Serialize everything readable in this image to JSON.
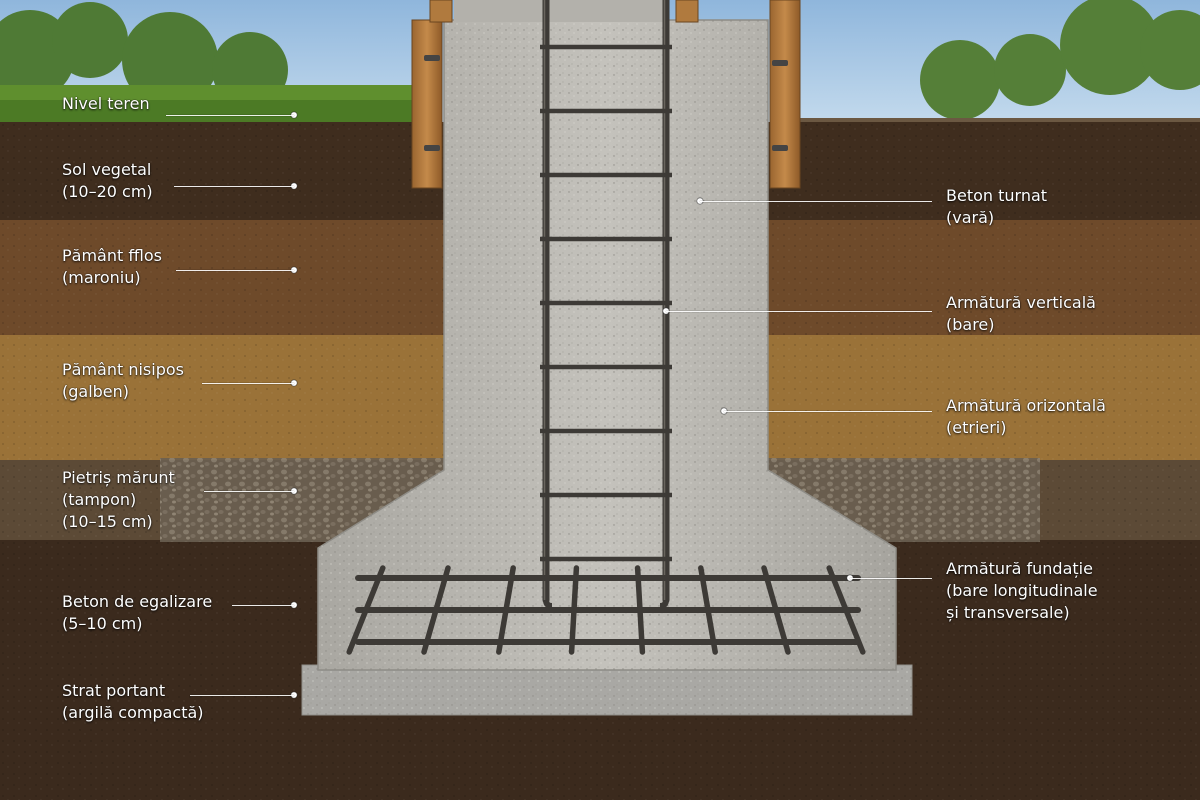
{
  "labels_left": [
    {
      "id": "nivel-teren",
      "lines": [
        "Nivel teren"
      ]
    },
    {
      "id": "sol-vegetal",
      "lines": [
        "Sol vegetal",
        "(10–20 cm)"
      ]
    },
    {
      "id": "pamant-ffloss",
      "lines": [
        "Pământ fflos",
        "(maroniu)"
      ]
    },
    {
      "id": "pamant-nisipos",
      "lines": [
        "Pământ nisipos",
        "(galben)"
      ]
    },
    {
      "id": "pietris-marunt",
      "lines": [
        "Pietriș mărunt",
        "(tampon)",
        "(10–15 cm)"
      ]
    },
    {
      "id": "beton-egalizare",
      "lines": [
        "Beton de egalizare",
        "(5–10 cm)"
      ]
    },
    {
      "id": "strat-portant",
      "lines": [
        "Strat portant",
        "(argilă compactă)"
      ]
    }
  ],
  "labels_right": [
    {
      "id": "beton-turnat",
      "lines": [
        "Beton turnat",
        "(vară)"
      ]
    },
    {
      "id": "armatura-verticala",
      "lines": [
        "Armătură verticală",
        "(bare)"
      ]
    },
    {
      "id": "armatura-orizontala",
      "lines": [
        "Armătură orizontală",
        "(etrieri)"
      ]
    },
    {
      "id": "armatura-fundatie",
      "lines": [
        "Armătură fundație",
        "(bare longitudinale",
        "și transversale)"
      ]
    }
  ],
  "colors": {
    "sky": "#9fc3e3",
    "grass": "#5f8f2e",
    "topsoil": "#3f2d1e",
    "brown_soil": "#6e4a2a",
    "sandy_soil": "#9a7238",
    "gravel": "#6f6455",
    "bearing_clay": "#3b2a1d",
    "concrete": "#b9b7b1",
    "rebar": "#3d3a36",
    "formwork": "#b07a3e",
    "label_text": "#ffffff"
  }
}
